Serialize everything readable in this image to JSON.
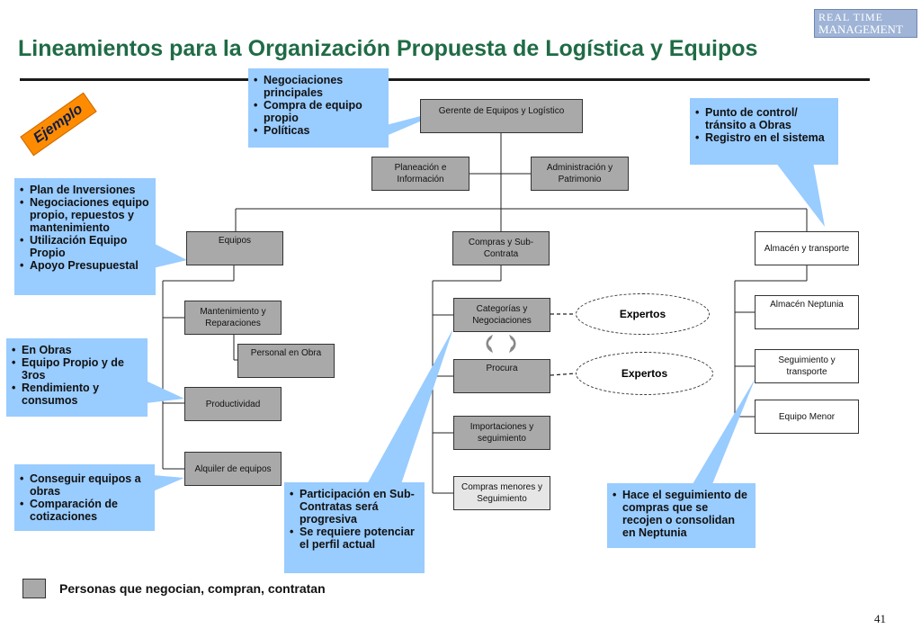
{
  "header": {
    "title": "Lineamientos para la Organización Propuesta de Logística y Equipos",
    "logo_line1": "REAL TIME",
    "logo_line2": "MANAGEMENT",
    "tag": "Ejemplo"
  },
  "org": {
    "gerente": "Gerente de Equipos y Logístico",
    "planeacion": "Planeación e Información",
    "administracion": "Administración y Patrimonio",
    "equipos": "Equipos",
    "compras": "Compras y Sub-Contrata",
    "almacen": "Almacén y transporte",
    "mantenimiento": "Mantenimiento y Reparaciones",
    "personal": "Personal en Obra",
    "productividad": "Productividad",
    "alquiler": "Alquiler de equipos",
    "categorias": "Categorías y Negociaciones",
    "procura": "Procura",
    "importaciones": "Importaciones y seguimiento",
    "compras_menores": "Compras menores y Seguimiento",
    "almacen_neptunia": "Almacén Neptunia",
    "seguimiento": "Seguimiento y transporte",
    "equipo_menor": "Equipo Menor",
    "experts_1": "Expertos",
    "experts_2": "Expertos"
  },
  "callouts": {
    "negociaciones": [
      "Negociaciones principales",
      "Compra de equipo propio",
      "Políticas"
    ],
    "punto_control": [
      "Punto de control/ tránsito a Obras",
      "Registro en el sistema"
    ],
    "plan": [
      "Plan de Inversiones",
      "Negociaciones equipo propio, repuestos y mantenimiento",
      "Utilización Equipo Propio",
      "Apoyo Presupuestal"
    ],
    "obras": [
      "En Obras",
      "Equipo Propio y de 3ros",
      "Rendimiento y consumos"
    ],
    "conseguir": [
      "Conseguir equipos a obras",
      "Comparación de cotizaciones"
    ],
    "participacion": [
      "Participación en Sub-Contratas será progresiva",
      "Se requiere potenciar el perfil actual"
    ],
    "seguimiento": [
      "Hace el seguimiento de compras que se recojen o consolidan en Neptunia"
    ]
  },
  "legend": {
    "label": "Personas que negocian, compran, contratan"
  },
  "footer": {
    "page": "41"
  },
  "colors": {
    "title": "#1f6b45",
    "callout": "#99ccff",
    "box": "#a9a9a9",
    "tag": "#ff8c00"
  }
}
